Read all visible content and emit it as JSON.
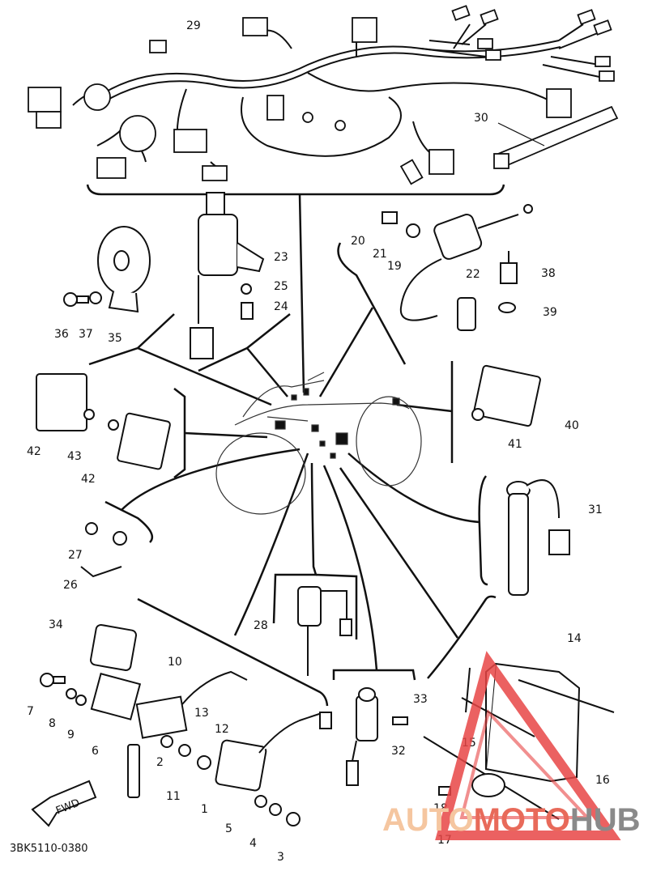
{
  "diagram": {
    "catalog_number": "3BK5110-0380",
    "fwd_label": "FWD",
    "parts": [
      {
        "id": "29",
        "label": "29"
      },
      {
        "id": "30",
        "label": "30"
      },
      {
        "id": "20",
        "label": "20"
      },
      {
        "id": "21",
        "label": "21"
      },
      {
        "id": "19",
        "label": "19"
      },
      {
        "id": "22",
        "label": "22"
      },
      {
        "id": "38",
        "label": "38"
      },
      {
        "id": "39",
        "label": "39"
      },
      {
        "id": "23",
        "label": "23"
      },
      {
        "id": "25",
        "label": "25"
      },
      {
        "id": "24",
        "label": "24"
      },
      {
        "id": "36",
        "label": "36"
      },
      {
        "id": "37",
        "label": "37"
      },
      {
        "id": "35",
        "label": "35"
      },
      {
        "id": "40",
        "label": "40"
      },
      {
        "id": "41",
        "label": "41"
      },
      {
        "id": "42a",
        "label": "42"
      },
      {
        "id": "43",
        "label": "43"
      },
      {
        "id": "42b",
        "label": "42"
      },
      {
        "id": "31",
        "label": "31"
      },
      {
        "id": "27",
        "label": "27"
      },
      {
        "id": "26",
        "label": "26"
      },
      {
        "id": "28",
        "label": "28"
      },
      {
        "id": "34",
        "label": "34"
      },
      {
        "id": "10",
        "label": "10"
      },
      {
        "id": "7",
        "label": "7"
      },
      {
        "id": "8",
        "label": "8"
      },
      {
        "id": "9",
        "label": "9"
      },
      {
        "id": "6",
        "label": "6"
      },
      {
        "id": "13",
        "label": "13"
      },
      {
        "id": "12",
        "label": "12"
      },
      {
        "id": "2",
        "label": "2"
      },
      {
        "id": "11",
        "label": "11"
      },
      {
        "id": "1",
        "label": "1"
      },
      {
        "id": "5",
        "label": "5"
      },
      {
        "id": "4",
        "label": "4"
      },
      {
        "id": "3",
        "label": "3"
      },
      {
        "id": "33",
        "label": "33"
      },
      {
        "id": "32",
        "label": "32"
      },
      {
        "id": "14",
        "label": "14"
      },
      {
        "id": "15",
        "label": "15"
      },
      {
        "id": "16",
        "label": "16"
      },
      {
        "id": "18",
        "label": "18"
      },
      {
        "id": "17",
        "label": "17"
      }
    ]
  },
  "watermark": {
    "part1": "AUTO",
    "part2": "MOTO",
    "part3": "HUB",
    "colors": {
      "auto": "#f5c6a0",
      "moto": "#e86a5a",
      "hub": "#8a8a8a",
      "triangle": "#e84545"
    }
  }
}
